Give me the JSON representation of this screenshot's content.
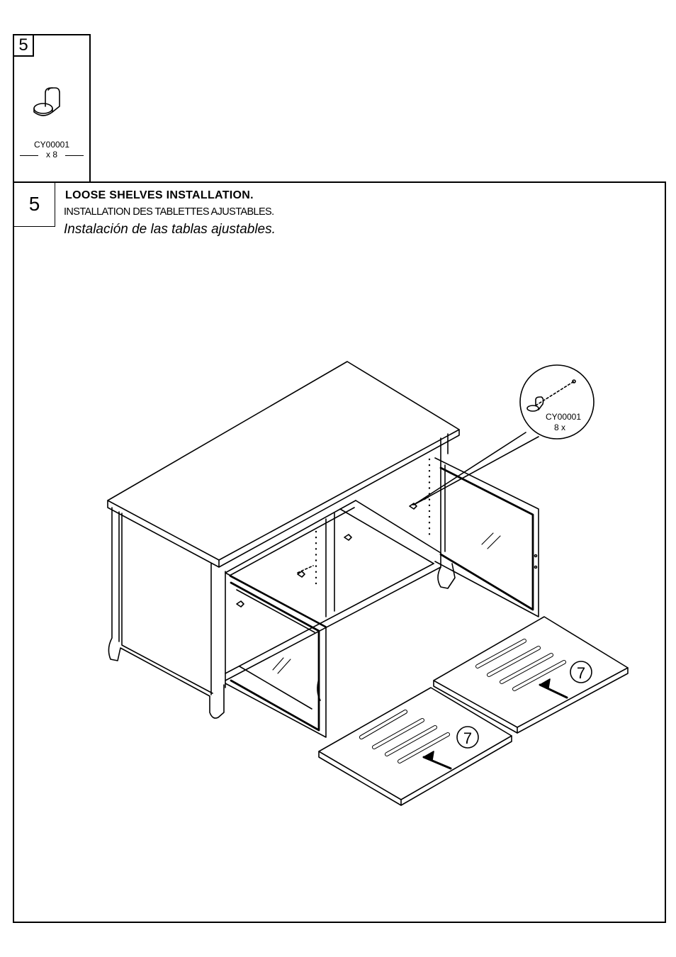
{
  "parts": {
    "step": "5",
    "code": "CY00001",
    "qty": "x 8"
  },
  "step": {
    "number": "5",
    "title_en": "LOOSE SHELVES INSTALLATION.",
    "title_fr": "INSTALLATION DES TABLETTES AJUSTABLES.",
    "title_es": "Instalación de las  tablas ajustables."
  },
  "callout": {
    "code": "CY00001",
    "qty": "8 x"
  },
  "shelves": [
    {
      "number": "7"
    },
    {
      "number": "7"
    }
  ]
}
